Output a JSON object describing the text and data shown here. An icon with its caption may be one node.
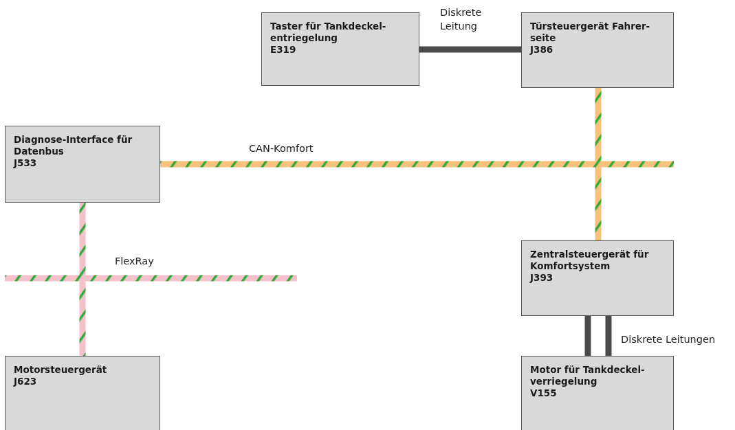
{
  "diagram": {
    "nodes": [
      {
        "text": [
          "Taster für Tankdeckel-entriegelung",
          "E319"
        ]
      },
      {
        "text": [
          "Türsteuergerät Fahrer-seite",
          "J386"
        ]
      },
      {
        "text": [
          "Diagnose-Interface für Datenbus",
          "J533"
        ]
      },
      {
        "text": [
          "Zentralsteuergerät für Komfortsystem",
          "J393"
        ]
      },
      {
        "text": [
          "Motorsteuergerät",
          "J623"
        ]
      },
      {
        "text": [
          "Motor für Tankdeckel-verriegelung",
          "V155"
        ]
      }
    ],
    "edges": [
      {
        "from": 0,
        "to": 1,
        "arrow": "none",
        "label": "Diskrete Leitung"
      },
      {
        "from": 2,
        "to": null,
        "arrow": "none",
        "label": "CAN-Komfort",
        "color": "#f9c27c"
      },
      {
        "from": 1,
        "to": 3,
        "arrow": "none",
        "color": "#f9c27c"
      },
      {
        "from": 2,
        "to": 4,
        "arrow": "none",
        "color": "#f7c1cc"
      },
      {
        "from": 3,
        "to": 5,
        "arrow": "none"
      },
      {
        "from": 3,
        "to": 5,
        "arrow": "none",
        "label": "Diskrete Leitungen"
      }
    ],
    "labels": [
      "FlexRay"
    ]
  }
}
